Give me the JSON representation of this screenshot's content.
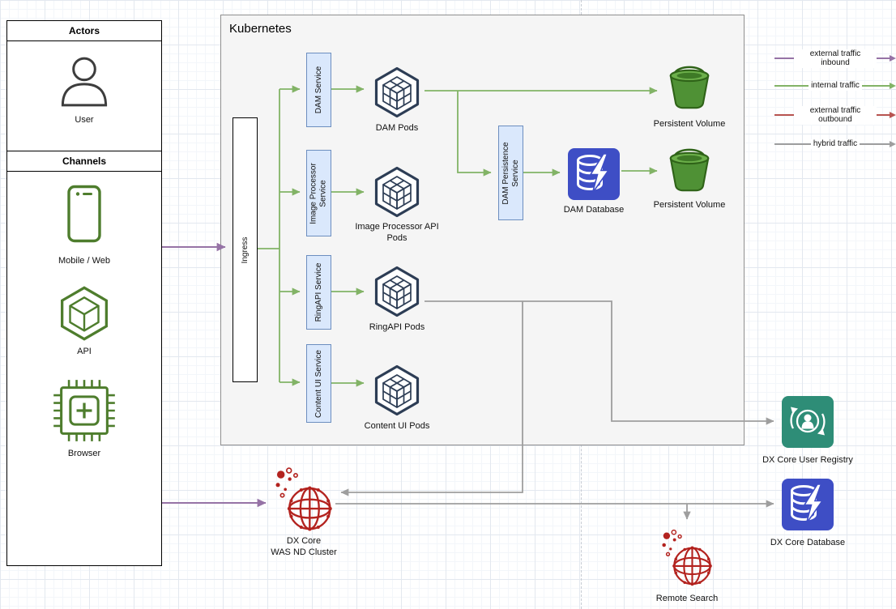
{
  "colors": {
    "inbound": "#9673a6",
    "internal": "#82b366",
    "outbound": "#b85450",
    "hybrid": "#9e9e9e",
    "service_fill": "#dae8fc",
    "service_border": "#6c8ebf"
  },
  "panel": {
    "actors_header": "Actors",
    "user_label": "User",
    "channels_header": "Channels",
    "mobile_label": "Mobile / Web",
    "api_label": "API",
    "browser_label": "Browser"
  },
  "kubernetes": {
    "title": "Kubernetes",
    "ingress_label": "Ingress",
    "services": {
      "dam": "DAM Service",
      "image_processor": "Image Processor Service",
      "ringapi": "RingAPI Service",
      "content_ui": "Content UI Service",
      "dam_persistence": "DAM Persistence Service"
    },
    "pods": {
      "dam": "DAM Pods",
      "image_processor": "Image Processor API Pods",
      "ringapi": "RingAPI Pods",
      "content_ui": "Content UI Pods"
    },
    "dam_database_label": "DAM Database",
    "persistent_volume_top_label": "Persistent Volume",
    "persistent_volume_bottom_label": "Persistent Volume"
  },
  "external": {
    "dx_cluster_label": "DX Core\nWAS ND Cluster",
    "remote_search_label": "Remote Search",
    "user_registry_label": "DX Core User Registry",
    "dx_database_label": "DX Core Database"
  },
  "legend": [
    {
      "label": "external traffic inbound",
      "color": "#9673a6"
    },
    {
      "label": "internal traffic",
      "color": "#82b366"
    },
    {
      "label": "external traffic outbound",
      "color": "#b85450"
    },
    {
      "label": "hybrid traffic",
      "color": "#9e9e9e"
    }
  ]
}
